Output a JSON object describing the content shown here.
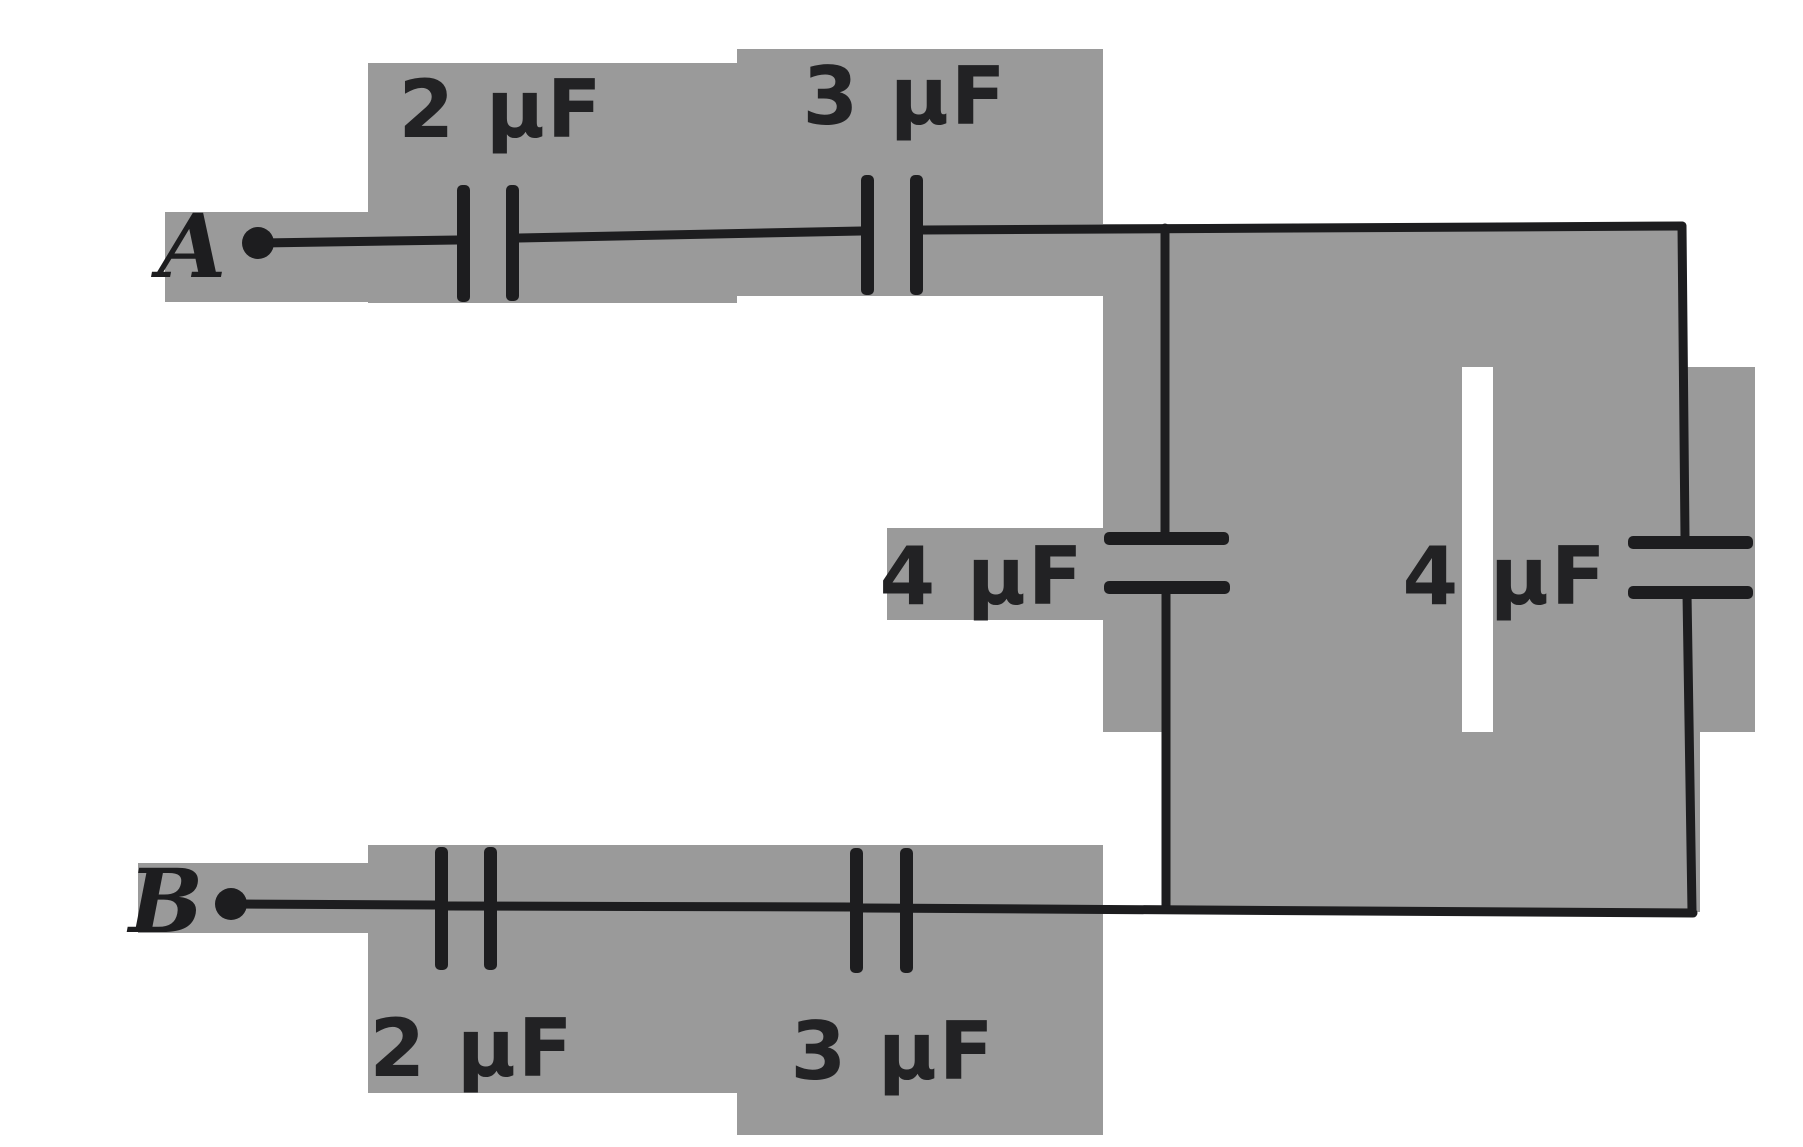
{
  "diagram": {
    "kind": "capacitor-network-circuit",
    "terminals": [
      {
        "id": "A",
        "label": "A"
      },
      {
        "id": "B",
        "label": "B"
      }
    ],
    "capacitors": [
      {
        "id": "top-left-series",
        "label": "2 μF"
      },
      {
        "id": "top-right-series",
        "label": "3 μF"
      },
      {
        "id": "middle-vertical",
        "label": "4 μF"
      },
      {
        "id": "right-vertical",
        "label": "4 μF"
      },
      {
        "id": "bottom-left-series",
        "label": "2 μF"
      },
      {
        "id": "bottom-right-series",
        "label": "3 μF"
      }
    ],
    "colors": {
      "highlight": "#9a9a9a",
      "ink": "#1d1d1f",
      "background": "#ffffff"
    }
  }
}
